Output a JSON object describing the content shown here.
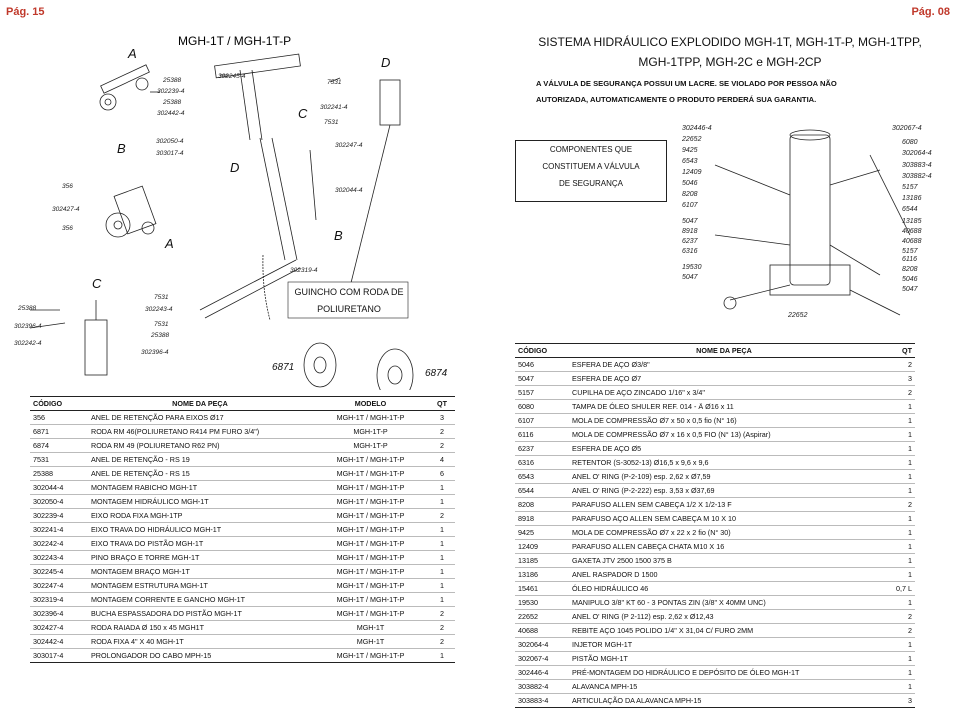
{
  "pages": {
    "left": "Pág. 15",
    "right": "Pág. 08"
  },
  "left": {
    "diagram_title": "MGH-1T / MGH-1T-P",
    "caption": [
      "GUINCHO COM RODA DE",
      "POLIURETANO"
    ],
    "letters": [
      "A",
      "B",
      "C",
      "D"
    ],
    "codes": [
      "25388",
      "302239-4",
      "25388",
      "302442-4",
      "302245-4",
      "7531",
      "302241-4",
      "7531",
      "302050-4",
      "303017-4",
      "302247-4",
      "302044-4",
      "356",
      "302427-4",
      "356",
      "302319-4",
      "25388",
      "302396-4",
      "302242-4",
      "7531",
      "302243-4",
      "7531",
      "25388",
      "302396-4",
      "6871",
      "6874"
    ],
    "table": {
      "headers": [
        "CÓDIGO",
        "NOME DA PEÇA",
        "MODELO",
        "QT"
      ],
      "rows": [
        [
          "356",
          "ANEL DE RETENÇÃO PARA EIXOS Ø17",
          "MGH-1T / MGH-1T-P",
          "3"
        ],
        [
          "6871",
          "RODA RM 46(POLIURETANO R414 PM FURO 3/4\")",
          "MGH-1T-P",
          "2"
        ],
        [
          "6874",
          "RODA RM 49 (POLIURETANO R62 PN)",
          "MGH-1T-P",
          "2"
        ],
        [
          "7531",
          "ANEL DE RETENÇÃO - RS 19",
          "MGH-1T / MGH-1T-P",
          "4"
        ],
        [
          "25388",
          "ANEL DE RETENÇÃO - RS 15",
          "MGH-1T / MGH-1T-P",
          "6"
        ],
        [
          "302044-4",
          "MONTAGEM RABICHO MGH-1T",
          "MGH-1T / MGH-1T-P",
          "1"
        ],
        [
          "302050-4",
          "MONTAGEM HIDRÁULICO MGH-1T",
          "MGH-1T / MGH-1T-P",
          "1"
        ],
        [
          "302239-4",
          "EIXO RODA FIXA MGH-1TP",
          "MGH-1T / MGH-1T-P",
          "2"
        ],
        [
          "302241-4",
          "EIXO TRAVA DO HIDRÁULICO MGH-1T",
          "MGH-1T / MGH-1T-P",
          "1"
        ],
        [
          "302242-4",
          "EIXO TRAVA DO PISTÃO MGH-1T",
          "MGH-1T / MGH-1T-P",
          "1"
        ],
        [
          "302243-4",
          "PINO BRAÇO E TORRE MGH-1T",
          "MGH-1T / MGH-1T-P",
          "1"
        ],
        [
          "302245-4",
          "MONTAGEM BRAÇO MGH-1T",
          "MGH-1T / MGH-1T-P",
          "1"
        ],
        [
          "302247-4",
          "MONTAGEM ESTRUTURA MGH-1T",
          "MGH-1T / MGH-1T-P",
          "1"
        ],
        [
          "302319-4",
          "MONTAGEM CORRENTE E GANCHO MGH-1T",
          "MGH-1T / MGH-1T-P",
          "1"
        ],
        [
          "302396-4",
          "BUCHA ESPASSADORA DO PISTÃO MGH-1T",
          "MGH-1T / MGH-1T-P",
          "2"
        ],
        [
          "302427-4",
          "RODA RAIADA Ø 150 x 45 MGH1T",
          "MGH-1T",
          "2"
        ],
        [
          "302442-4",
          "RODA FIXA 4\" X 40 MGH-1T",
          "MGH-1T",
          "2"
        ],
        [
          "303017-4",
          "PROLONGADOR DO CABO MPH-15",
          "MGH-1T / MGH-1T-P",
          "1"
        ]
      ]
    }
  },
  "right": {
    "title_lines": [
      "SISTEMA HIDRÁULICO EXPLODIDO MGH-1T, MGH-1T-P, MGH-1TPP,",
      "MGH-1TPP, MGH-2C e MGH-2CP"
    ],
    "warning_lines": [
      "A VÁLVULA DE SEGURANÇA POSSUI UM LACRE. SE VIOLADO POR PESSOA NÃO",
      "AUTORIZADA, AUTOMATICAMENTE O PRODUTO PERDERÁ SUA GARANTIA."
    ],
    "components_box": [
      "COMPONENTES QUE",
      "CONSTITUEM A VÁLVULA",
      "DE SEGURANÇA"
    ],
    "valve_codes_left": [
      "302446-4",
      "22652",
      "9425",
      "6543",
      "12409",
      "5046",
      "8208",
      "6107",
      "5047",
      "8918",
      "6237",
      "6316",
      "19530",
      "5047"
    ],
    "valve_codes_right": [
      "302067-4",
      "6080",
      "302064-4",
      "303883-4",
      "303882-4",
      "5157",
      "13186",
      "6544",
      "13185",
      "40688",
      "40688",
      "5157",
      "6116",
      "8208",
      "5046",
      "5047"
    ],
    "valve_code_center": "22652",
    "table": {
      "headers": [
        "CÓDIGO",
        "NOME DA PEÇA",
        "QT"
      ],
      "rows": [
        [
          "5046",
          "ESFERA DE AÇO Ø3/8\"",
          "2"
        ],
        [
          "5047",
          "ESFERA DE AÇO Ø7",
          "3"
        ],
        [
          "5157",
          "CUPILHA DE AÇO ZINCADO 1/16\" x 3/4\"",
          "2"
        ],
        [
          "6080",
          "TAMPA DE ÓLEO SHULER REF. 014 - Ä Ø16 x 11",
          "1"
        ],
        [
          "6107",
          "MOLA DE COMPRESSÃO Ø7 x 50 x 0,5 fio (N° 16)",
          "1"
        ],
        [
          "6116",
          "MOLA DE COMPRESSÃO Ø7 x 16 x 0,5 FIO (N° 13) (Aspirar)",
          "1"
        ],
        [
          "6237",
          "ESFERA DE AÇO Ø5",
          "1"
        ],
        [
          "6316",
          "RETENTOR (S-3052-13) Ø16,5 x 9,6 x 9,6",
          "1"
        ],
        [
          "6543",
          "ANEL O' RING (P-2-109) esp. 2,62 x Ø7,59",
          "1"
        ],
        [
          "6544",
          "ANEL O' RING (P-2-222) esp. 3,53 x Ø37,69",
          "1"
        ],
        [
          "8208",
          "PARAFUSO ALLEN SEM CABEÇA 1/2 X 1/2-13 F",
          "2"
        ],
        [
          "8918",
          "PARAFUSO AÇO ALLEN SEM CABEÇA M 10 X 10",
          "1"
        ],
        [
          "9425",
          "MOLA DE COMPRESSÃO Ø7 x 22 x 2 fio (N° 30)",
          "1"
        ],
        [
          "12409",
          "PARAFUSO ALLEN CABEÇA CHATA M10 X 16",
          "1"
        ],
        [
          "13185",
          "GAXETA JTV 2500 1500 375 B",
          "1"
        ],
        [
          "13186",
          "ANEL RASPADOR D 1500",
          "1"
        ],
        [
          "15461",
          "ÓLEO HIDRÁULICO 46",
          "0,7 L"
        ],
        [
          "19530",
          "MANIPULO 3/8\" KT 60 - 3 PONTAS ZIN (3/8\" X 40MM UNC)",
          "1"
        ],
        [
          "22652",
          "ANEL O' RING (P 2-112) esp. 2,62 x Ø12,43",
          "2"
        ],
        [
          "40688",
          "REBITE AÇO 1045 POLIDO 1/4\" X 31,04 C/ FURO 2MM",
          "2"
        ],
        [
          "302064-4",
          "INJETOR MGH-1T",
          "1"
        ],
        [
          "302067-4",
          "PISTÃO MGH-1T",
          "1"
        ],
        [
          "302446-4",
          "PRÉ-MONTAGEM DO HIDRÁULICO E DEPÓSITO DE ÓLEO MGH-1T",
          "1"
        ],
        [
          "303882-4",
          "ALAVANCA MPH-15",
          "1"
        ],
        [
          "303883-4",
          "ARTICULAÇÃO DA ALAVANCA MPH-15",
          "3"
        ]
      ]
    }
  }
}
